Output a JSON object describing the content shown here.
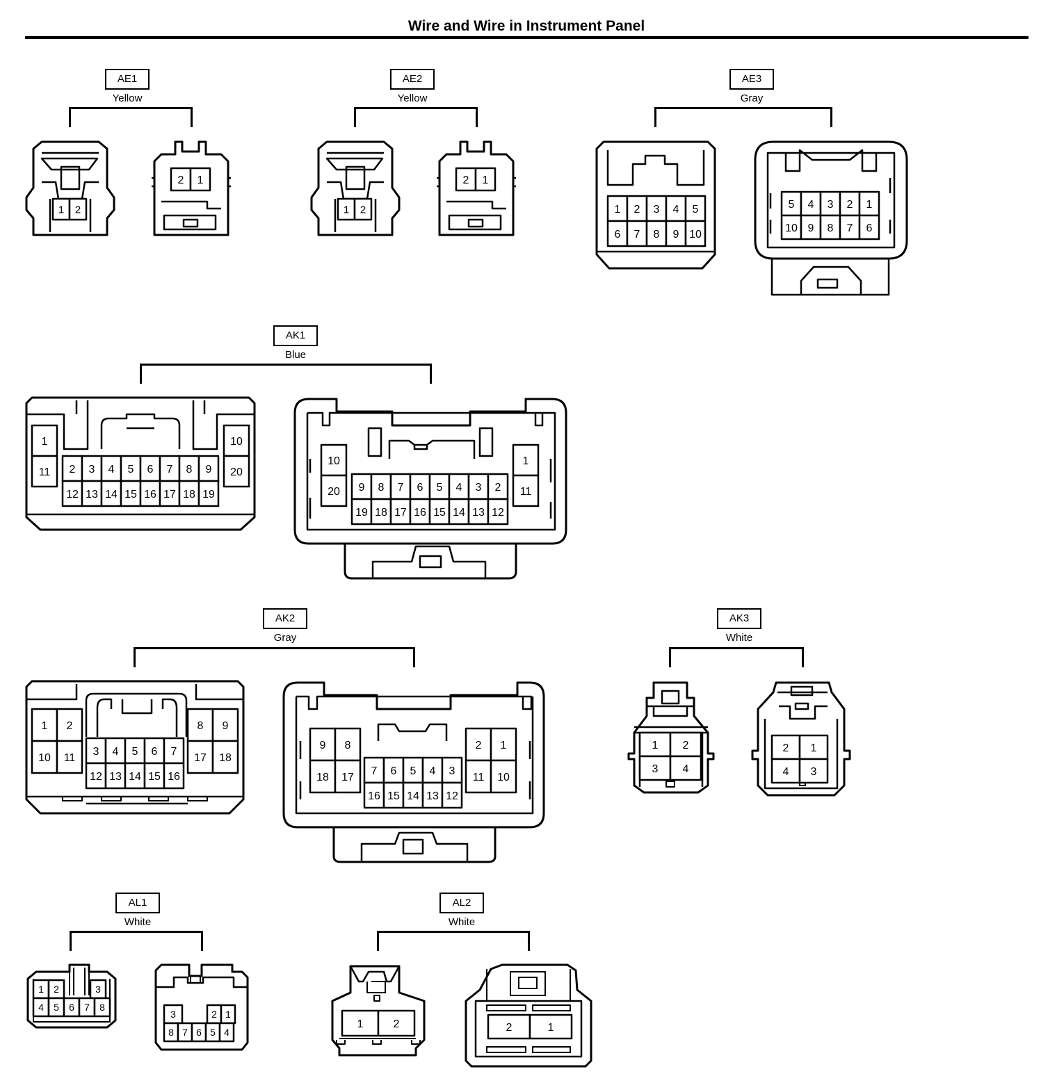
{
  "title": "Wire and Wire in Instrument Panel",
  "connectors": [
    {
      "code": "AE1",
      "color": "Yellow",
      "left_pins": [
        "1",
        "2"
      ],
      "right_pins": [
        "2",
        "1"
      ]
    },
    {
      "code": "AE2",
      "color": "Yellow",
      "left_pins": [
        "1",
        "2"
      ],
      "right_pins": [
        "2",
        "1"
      ]
    },
    {
      "code": "AE3",
      "color": "Gray",
      "left_pins": [
        "1",
        "2",
        "3",
        "4",
        "5",
        "6",
        "7",
        "8",
        "9",
        "10"
      ],
      "right_pins": [
        "5",
        "4",
        "3",
        "2",
        "1",
        "10",
        "9",
        "8",
        "7",
        "6"
      ]
    },
    {
      "code": "AK1",
      "color": "Blue",
      "left_pins": [
        "1",
        "11",
        "2",
        "3",
        "4",
        "5",
        "6",
        "7",
        "8",
        "9",
        "12",
        "13",
        "14",
        "15",
        "16",
        "17",
        "18",
        "19",
        "10",
        "20"
      ],
      "right_pins": [
        "10",
        "20",
        "9",
        "8",
        "7",
        "6",
        "5",
        "4",
        "3",
        "2",
        "19",
        "18",
        "17",
        "16",
        "15",
        "14",
        "13",
        "12",
        "1",
        "11"
      ]
    },
    {
      "code": "AK2",
      "color": "Gray",
      "left_pins": [
        "1",
        "2",
        "10",
        "11",
        "3",
        "4",
        "5",
        "6",
        "7",
        "12",
        "13",
        "14",
        "15",
        "16",
        "8",
        "9",
        "17",
        "18"
      ],
      "right_pins": [
        "9",
        "8",
        "18",
        "17",
        "7",
        "6",
        "5",
        "4",
        "3",
        "16",
        "15",
        "14",
        "13",
        "12",
        "2",
        "1",
        "11",
        "10"
      ]
    },
    {
      "code": "AK3",
      "color": "White",
      "left_pins": [
        "1",
        "2",
        "3",
        "4"
      ],
      "right_pins": [
        "2",
        "1",
        "4",
        "3"
      ]
    },
    {
      "code": "AL1",
      "color": "White",
      "left_pins": [
        "1",
        "2",
        "3",
        "4",
        "5",
        "6",
        "7",
        "8"
      ],
      "right_pins": [
        "3",
        "2",
        "1",
        "8",
        "7",
        "6",
        "5",
        "4"
      ]
    },
    {
      "code": "AL2",
      "color": "White",
      "left_pins": [
        "1",
        "2"
      ],
      "right_pins": [
        "2",
        "1"
      ]
    }
  ]
}
